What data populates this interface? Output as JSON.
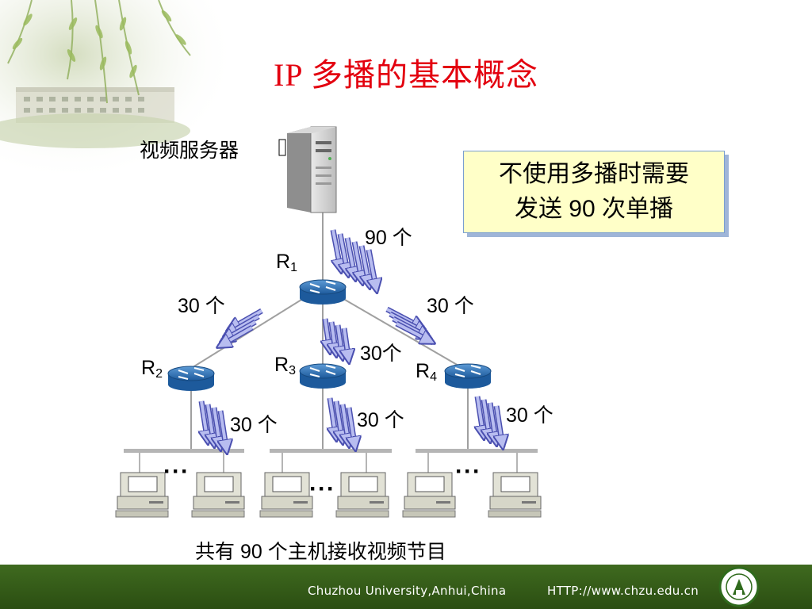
{
  "title": "IP 多播的基本概念",
  "server_label": "视频服务器",
  "callout": {
    "line1": "不使用多播时需要",
    "line2": "发送 90 次单播"
  },
  "routers": {
    "r1": {
      "main": "R",
      "sub": "1"
    },
    "r2": {
      "main": "R",
      "sub": "2"
    },
    "r3": {
      "main": "R",
      "sub": "3"
    },
    "r4": {
      "main": "R",
      "sub": "4"
    }
  },
  "counts": {
    "server_to_r1": "90 个",
    "r1_to_r2": "30 个",
    "r1_to_r3": "30个",
    "r1_to_r4": "30 个",
    "r2_to_lan": "30 个",
    "r3_to_lan": "30 个",
    "r4_to_lan": "30 个"
  },
  "ellipsis": "···",
  "caption": "共有 90 个主机接收视频节目",
  "footer": {
    "university": "Chuzhou University,Anhui,China",
    "url": "HTTP://www.chzu.edu.cn"
  }
}
